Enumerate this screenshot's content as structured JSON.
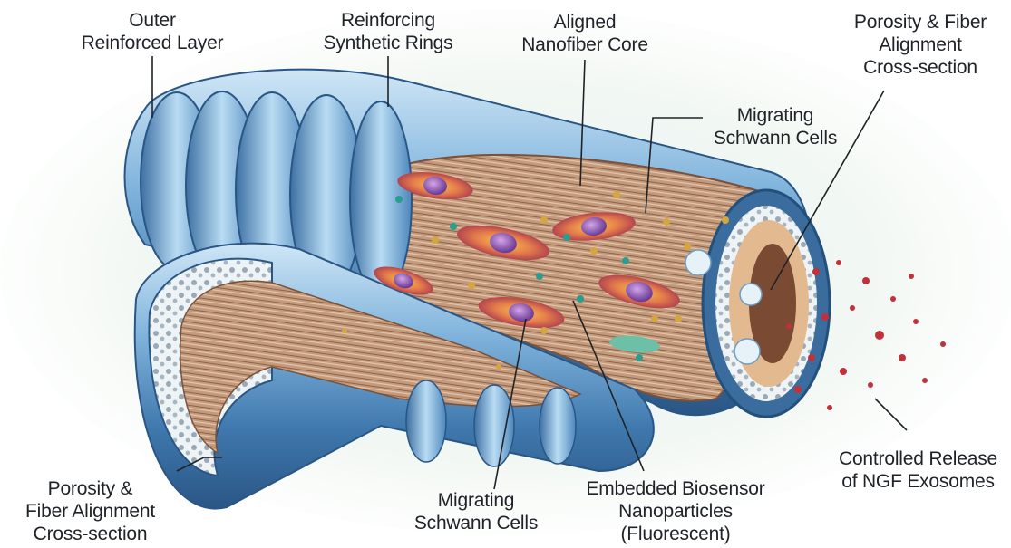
{
  "labels": {
    "outer_layer": [
      "Outer",
      "Reinforced Layer"
    ],
    "rings": [
      "Reinforcing",
      "Synthetic Rings"
    ],
    "core": [
      "Aligned",
      "Nanofiber Core"
    ],
    "porosity_right": [
      "Porosity & Fiber",
      "Alignment",
      "Cross-section"
    ],
    "schwann_top": [
      "Migrating",
      "Schwann Cells"
    ],
    "porosity_left": [
      "Porosity &",
      "Fiber Alignment",
      "Cross-section"
    ],
    "schwann_bottom": [
      "Migrating",
      "Schwann Cells"
    ],
    "biosensor": [
      "Embedded Biosensor",
      "Nanoparticles",
      "(Fluorescent)"
    ],
    "release": [
      "Controlled Release",
      "of NGF Exosomes"
    ]
  }
}
